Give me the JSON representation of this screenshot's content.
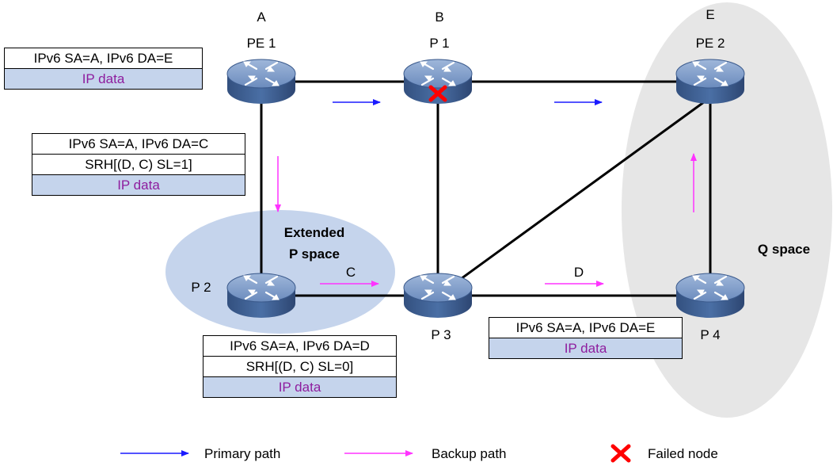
{
  "nodes": {
    "pe1": {
      "label": "PE 1",
      "address": "A"
    },
    "p1": {
      "label": "P 1",
      "address": "B"
    },
    "pe2": {
      "label": "PE 2",
      "address": "E"
    },
    "p2": {
      "label": "P 2"
    },
    "p3": {
      "label": "P 3"
    },
    "p4": {
      "label": "P 4"
    }
  },
  "regions": {
    "extended_p_line1": "Extended",
    "extended_p_line2": "P space",
    "q_space": "Q space"
  },
  "segment_labels": {
    "c": "C",
    "d": "D"
  },
  "packets": {
    "pe1_primary": {
      "header": "IPv6 SA=A, IPv6 DA=E",
      "data": "IP data"
    },
    "pe1_backup": {
      "header": "IPv6 SA=A, IPv6 DA=C",
      "srh": "SRH[(D, C) SL=1]",
      "data": "IP data"
    },
    "p2_backup": {
      "header": "IPv6 SA=A, IPv6 DA=D",
      "srh": "SRH[(D, C) SL=0]",
      "data": "IP data"
    },
    "p3_backup": {
      "header": "IPv6 SA=A, IPv6 DA=E",
      "data": "IP data"
    }
  },
  "legend": {
    "primary": "Primary path",
    "backup": "Backup path",
    "failed": "Failed node"
  },
  "colors": {
    "primary_arrow": "#1a1aff",
    "backup_arrow": "#ff33ff",
    "failed_mark": "#ff0000",
    "router_body": "#4a6fa5",
    "router_top": "#8aa6cc",
    "extended_p_space": "#c5d4ec",
    "q_space": "#e6e6e6",
    "ip_data_fill": "#c5d4ec",
    "ip_data_text": "#8e1d9e"
  },
  "icons": {
    "router": "router-icon",
    "failed": "red-x-icon"
  }
}
